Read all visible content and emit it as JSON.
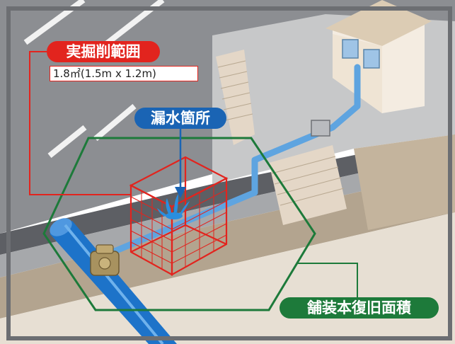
{
  "labels": {
    "excavation_title": "実掘削範囲",
    "excavation_size": "1.8㎡(1.5m x 1.2m)",
    "leak_title": "漏水箇所",
    "paving_title": "舗装本復旧面積"
  },
  "colors": {
    "excavation": "#e2241e",
    "leak": "#1a64b4",
    "paving": "#1d7a3a",
    "pipe": "#1d73c9",
    "road": "#8c8e92",
    "sidewalk": "#c7c8c9",
    "soil": "#b3a48f",
    "soil_floor": "#e7dfd3"
  },
  "icons": {
    "house": "house-icon",
    "water_meter": "valve-icon",
    "water_spray": "water-spray-icon"
  }
}
